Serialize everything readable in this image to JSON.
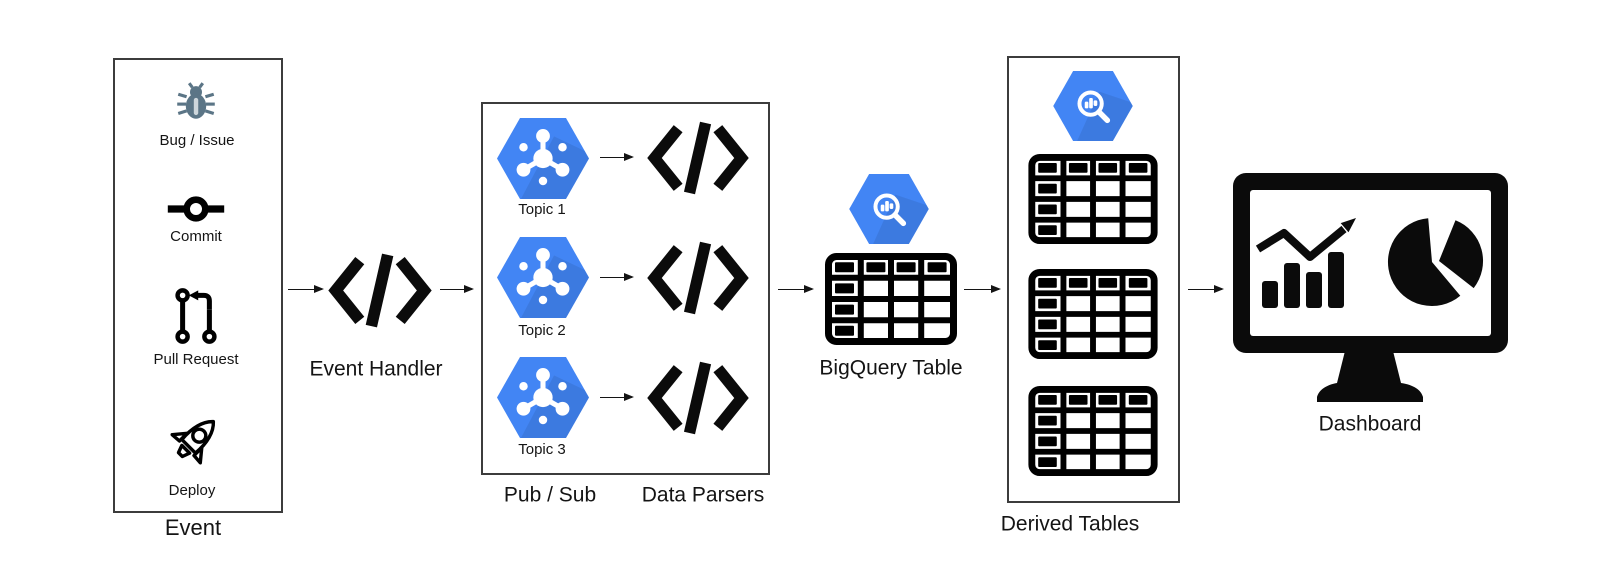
{
  "diagram": {
    "title_implicit": "Event to Dashboard data pipeline",
    "colors": {
      "gcp_blue": "#4285F4",
      "gcp_blue_shade": "#2f6ad1",
      "bug_slate": "#5B7586",
      "bug_bar_gray": "#CDD6DB",
      "ink": "#141414",
      "box_border": "#3c3c3c",
      "background": "#ffffff"
    },
    "event": {
      "title": "Event",
      "items": [
        {
          "label": "Bug / Issue",
          "icon": "bug-icon"
        },
        {
          "label": "Commit",
          "icon": "commit-icon"
        },
        {
          "label": "Pull Request",
          "icon": "pull-request-icon"
        },
        {
          "label": "Deploy",
          "icon": "rocket-icon"
        }
      ]
    },
    "event_handler": {
      "label": "Event Handler",
      "icon": "code-icon"
    },
    "pubsub": {
      "label": "Pub / Sub",
      "topic_icon": "pubsub-hexagon-icon",
      "topics": [
        {
          "label": "Topic 1"
        },
        {
          "label": "Topic 2"
        },
        {
          "label": "Topic 3"
        }
      ]
    },
    "data_parsers": {
      "label": "Data Parsers",
      "icon": "code-icon"
    },
    "bigquery_table": {
      "label": "BigQuery Table",
      "icons": [
        "bigquery-hexagon-icon",
        "table-grid-icon"
      ]
    },
    "derived_tables": {
      "label": "Derived Tables",
      "icons": [
        "bigquery-hexagon-icon",
        "table-grid-icon",
        "table-grid-icon",
        "table-grid-icon"
      ]
    },
    "dashboard": {
      "label": "Dashboard",
      "icons": [
        "monitor-icon",
        "bar-chart-icon",
        "trend-arrow-icon",
        "pie-chart-icon"
      ]
    },
    "flow": [
      "Event",
      "Event Handler",
      "Pub / Sub",
      "Data Parsers",
      "BigQuery Table",
      "Derived Tables",
      "Dashboard"
    ]
  }
}
